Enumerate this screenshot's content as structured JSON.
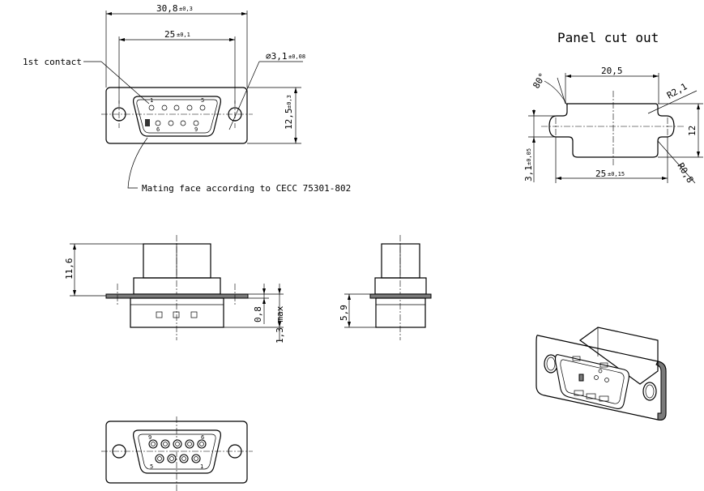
{
  "front_view": {
    "overall_width": "30,8",
    "overall_width_tol": "±0,3",
    "hole_spacing": "25",
    "hole_spacing_tol": "±0,1",
    "hole_dia": "∅3,1",
    "hole_dia_tol": "±0,08",
    "height": "12,5",
    "height_tol": "±0,3",
    "first_contact_label": "1st contact",
    "mating_face_note": "Mating face according to CECC 75301-802",
    "pin_label_1": "1",
    "pin_label_5": "5",
    "pin_label_6": "6",
    "pin_label_9": "9"
  },
  "panel_cutout": {
    "title": "Panel cut out",
    "angle": "80°",
    "top_width": "20,5",
    "radius_top": "R2,1",
    "height": "12",
    "bottom_width": "25",
    "bottom_width_tol": "±0,15",
    "radius_bottom": "R0,8",
    "hole_height": "3,1",
    "hole_height_tol": "±0,05"
  },
  "side_view": {
    "height": "11,6",
    "flange": "0,8",
    "tail_max": "1,3 max"
  },
  "end_view": {
    "height": "5,9"
  },
  "rear_view": {
    "pin_label_9": "9",
    "pin_label_6": "6",
    "pin_label_5": "5",
    "pin_label_1": "1"
  }
}
